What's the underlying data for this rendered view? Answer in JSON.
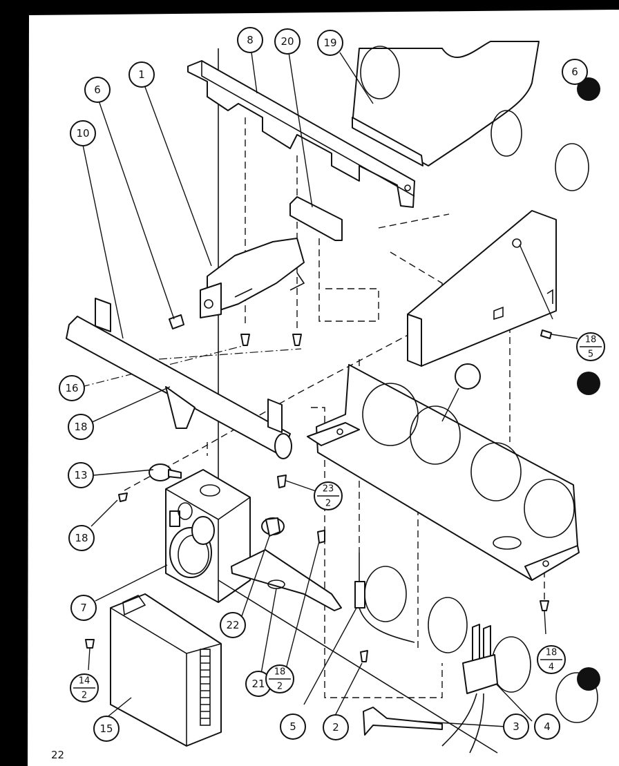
{
  "diagram": {
    "page_number": "22",
    "callouts": [
      {
        "id": "c8",
        "label": "8"
      },
      {
        "id": "c20",
        "label": "20"
      },
      {
        "id": "c19",
        "label": "19"
      },
      {
        "id": "c1",
        "label": "1"
      },
      {
        "id": "c6",
        "label": "6"
      },
      {
        "id": "c10",
        "label": "10"
      },
      {
        "id": "c16",
        "label": "16"
      },
      {
        "id": "c18a",
        "label": "18"
      },
      {
        "id": "c13",
        "label": "13"
      },
      {
        "id": "c18b",
        "label": "18"
      },
      {
        "id": "c7",
        "label": "7"
      },
      {
        "id": "c22",
        "label": "22"
      },
      {
        "id": "c21",
        "label": "21"
      },
      {
        "id": "c15",
        "label": "15"
      },
      {
        "id": "c5",
        "label": "5"
      },
      {
        "id": "c2",
        "label": "2"
      },
      {
        "id": "c3",
        "label": "3"
      },
      {
        "id": "c4",
        "label": "4"
      },
      {
        "id": "c6b",
        "label": "6"
      },
      {
        "id": "cblank",
        "label": ""
      }
    ],
    "fraction_callouts": [
      {
        "id": "f18_5",
        "top": "18",
        "bottom": "5"
      },
      {
        "id": "f23_2",
        "top": "23",
        "bottom": "2"
      },
      {
        "id": "f18_2",
        "top": "18",
        "bottom": "2"
      },
      {
        "id": "f18_4",
        "top": "18",
        "bottom": "4"
      },
      {
        "id": "f14_2",
        "top": "14",
        "bottom": "2"
      }
    ]
  }
}
